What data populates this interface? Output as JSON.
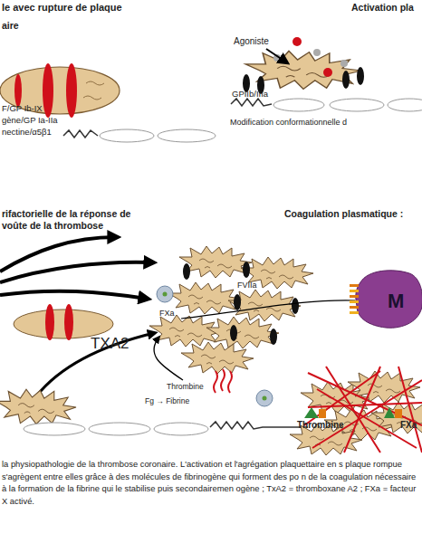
{
  "diagram": {
    "caption": "la physiopathologie de la thrombose coronaire. L'activation et l'agrégation plaquettaire en s plaque rompue s'agrègent entre elles grâce à des molécules de fibrinogène qui forment des po n de la coagulation nécessaire à la formation de la fibrine qui le stabilise puis secondairemen ogène ; TxA2 = thromboxane A2 ; FXa = facteur X activé.",
    "nodes": [
      {
        "text": [
          "M"
        ]
      }
    ],
    "labels": [
      "le avec rupture de plaque",
      "aire",
      "F/GP Ib-IX",
      "gène/GP Ia-IIa",
      "nectine/α5β1",
      "Agoniste",
      "Activation pla",
      "GPIIb/IIIa",
      "Modification conformationnelle d",
      "rifactorielle de la réponse de voûte de la thrombose",
      "Coagulation plasmatique :",
      "FVIIa",
      "FXa",
      "TXA2",
      "Thrombine",
      "Fg → Fibrine",
      "Thrombine",
      "FXa"
    ]
  }
}
